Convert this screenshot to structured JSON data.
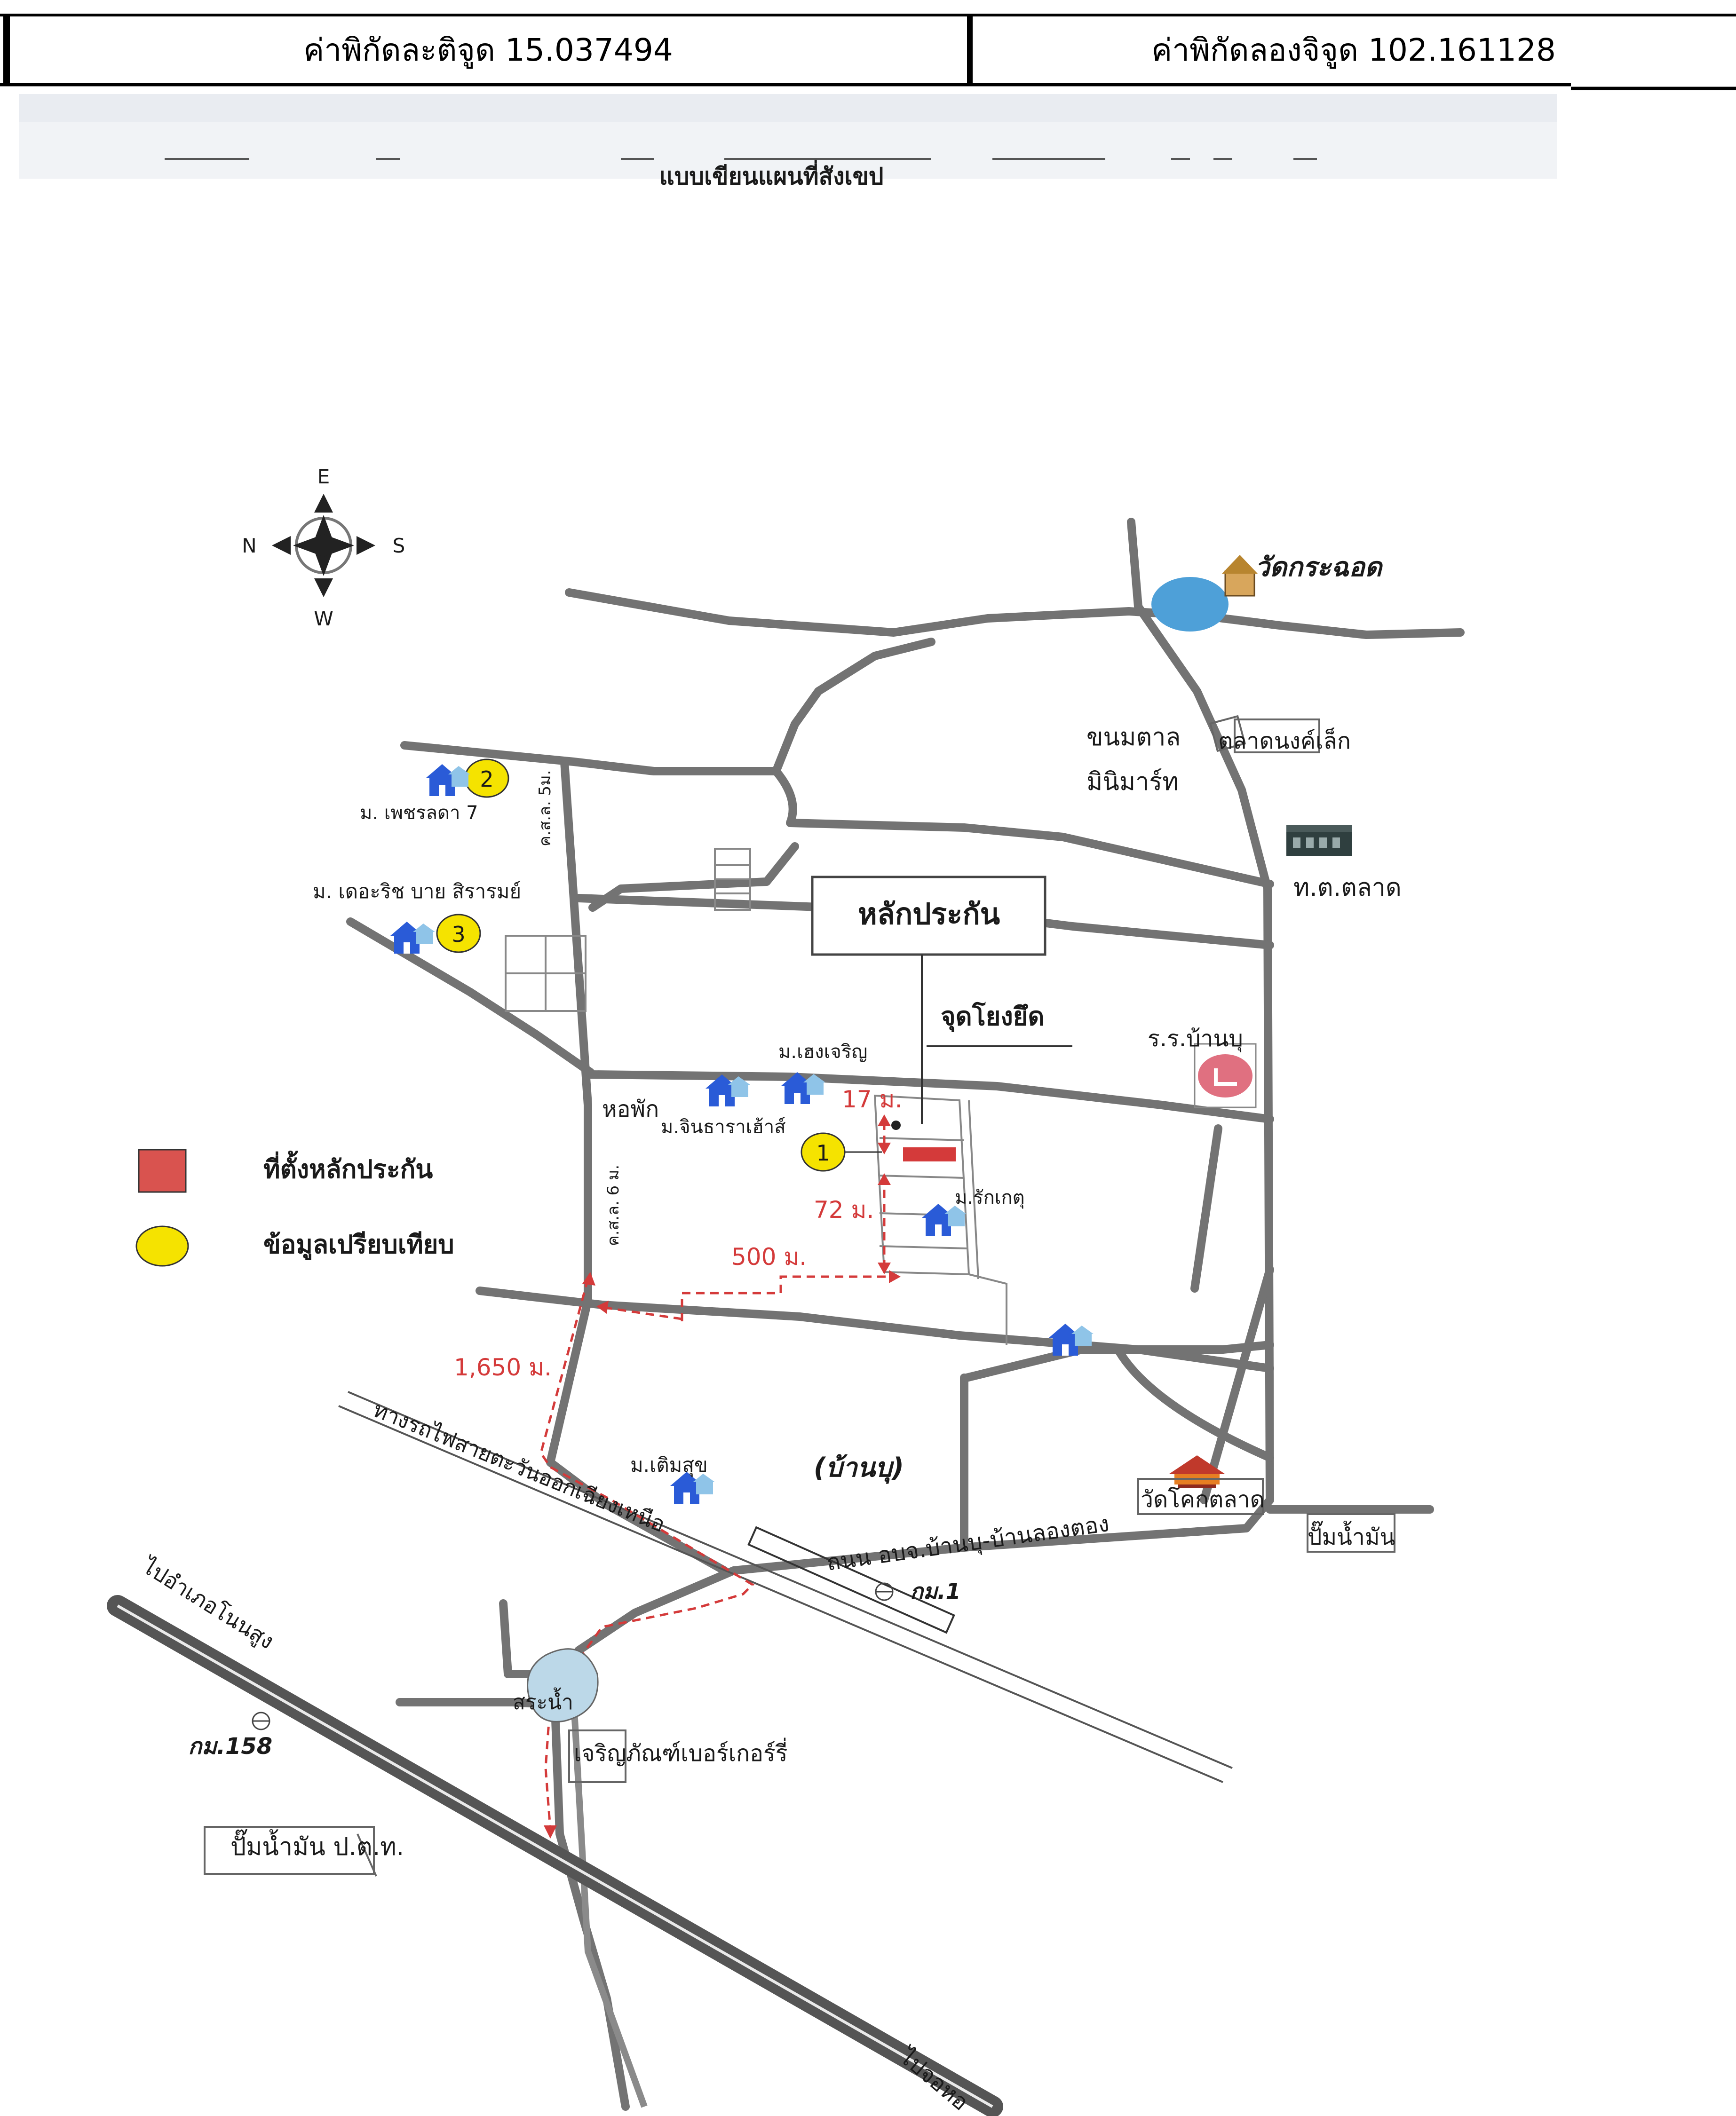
{
  "header": {
    "latitude_label": "ค่าพิกัดละติจูด 15.037494",
    "longitude_label": "ค่าพิกัดลองจิจูด 102.161128"
  },
  "map_title": "แบบเขียนแผนที่สังเขป",
  "compass": {
    "north": "N",
    "south": "S",
    "east": "E",
    "west": "W"
  },
  "legend": {
    "collateral_location": "ที่ตั้งหลักประกัน",
    "comparison_data": "ข้อมูลเปรียบเทียบ",
    "red_color": "#d9534f",
    "yellow_color": "#f5e300"
  },
  "callouts": {
    "collateral": "หลักประกัน",
    "pin_point": "จุดโยงยึด"
  },
  "markers": [
    {
      "number": "1"
    },
    {
      "number": "2"
    },
    {
      "number": "3"
    }
  ],
  "distances": {
    "d17": "17 ม.",
    "d72": "72 ม.",
    "d500": "500 ม.",
    "d1650": "1,650 ม."
  },
  "places": {
    "wat_kraduad": "วัดกระฉอด",
    "khanom_tal": "ขนมตาล",
    "minimart": "มินิมาร์ท",
    "talat_nong_lek": "ตลาดนงค์เล็ก",
    "tt_talat": "ท.ต.ตลาด",
    "school": "ร.ร.บ้านบุ",
    "village_phetcharada": "ม. เพชรลดา 7",
    "village_the_rich": "ม. เดอะริช บาย สิรารมย์",
    "village_heng_charoen": "ม.เฮงเจริญ",
    "dormitory": "หอพัก",
    "village_jintara": "ม.จินธาราเฮ้าส์",
    "village_raksakul": "ม.รักเกตุ",
    "road_ksk6": "ค.ส.ล. 6 ม.",
    "road_ksk5": "ค.ส.ล. 5ม.",
    "ban_bu": "(บ้านบุ)",
    "village_toem_suk": "ม.เติมสุข",
    "railway": "ทางรถไฟสายตะวันออกเฉียงเหนือ",
    "road_obj": "ถนน อบจ.บ้านบุ-บ้านลองตอง",
    "wat_khok": "วัดโคกตลาด",
    "gas_station": "ปั๊มน้ำมัน",
    "km1": "กม.1",
    "to_non_sung": "ไปอำเภอโนนสูง",
    "km158": "กม.158",
    "pond": "สระน้ำ",
    "bakery": "เจริญภัณฑ์เบอร์เกอร์รี่",
    "ptt_station": "ปั๊มน้ำมัน ป.ต.ท.",
    "to_chokchai": "ไปจอหอ"
  }
}
